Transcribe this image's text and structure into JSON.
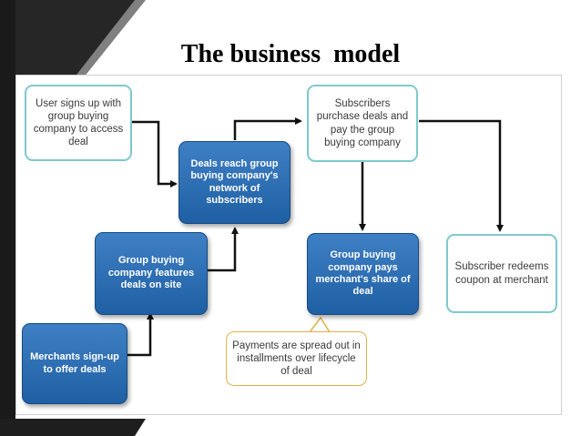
{
  "title": "The business  model",
  "nodes": {
    "user_signup": "User signs up with group buying company to access deal",
    "deals_reach": "Deals reach group buying company's network of subscribers",
    "subscribers_purchase": "Subscribers purchase deals and pay the group buying company",
    "features_deals": "Group buying company features deals on site",
    "pays_merchant": "Group buying company pays merchant's share of deal",
    "redeems_coupon": "Subscriber redeems coupon at merchant",
    "merchants_signup": "Merchants sign-up to offer deals",
    "payments_note": "Payments are spread out in installments over lifecycle of deal"
  },
  "colors": {
    "filled_box": "#2a6db5",
    "outline_box": "#7fc8cf",
    "note_border": "#e3b04c",
    "arrow": "#111111"
  }
}
